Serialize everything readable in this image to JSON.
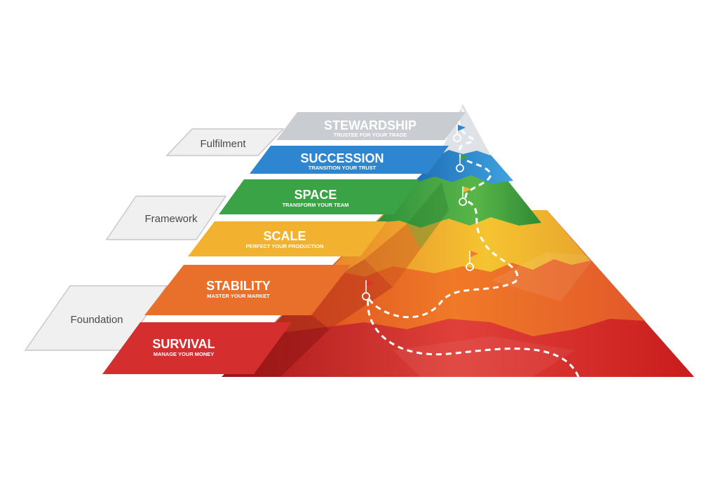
{
  "groups": [
    {
      "label": "Fulfilment"
    },
    {
      "label": "Framework"
    },
    {
      "label": "Foundation"
    }
  ],
  "levels": [
    {
      "title": "STEWARDSHIP",
      "subtitle": "TRUSTEE FOR YOUR TRADE",
      "color": "#c9ccd1"
    },
    {
      "title": "SUCCESSION",
      "subtitle": "TRANSITION YOUR TRUST",
      "color": "#2e86d0"
    },
    {
      "title": "SPACE",
      "subtitle": "TRANSFORM YOUR TEAM",
      "color": "#3aa346"
    },
    {
      "title": "SCALE",
      "subtitle": "PERFECT YOUR PRODUCTION",
      "color": "#f2b230"
    },
    {
      "title": "STABILITY",
      "subtitle": "MASTER YOUR MARKET",
      "color": "#e8702a"
    },
    {
      "title": "SURVIVAL",
      "subtitle": "MANAGE YOUR MONEY",
      "color": "#d42e2e"
    }
  ]
}
